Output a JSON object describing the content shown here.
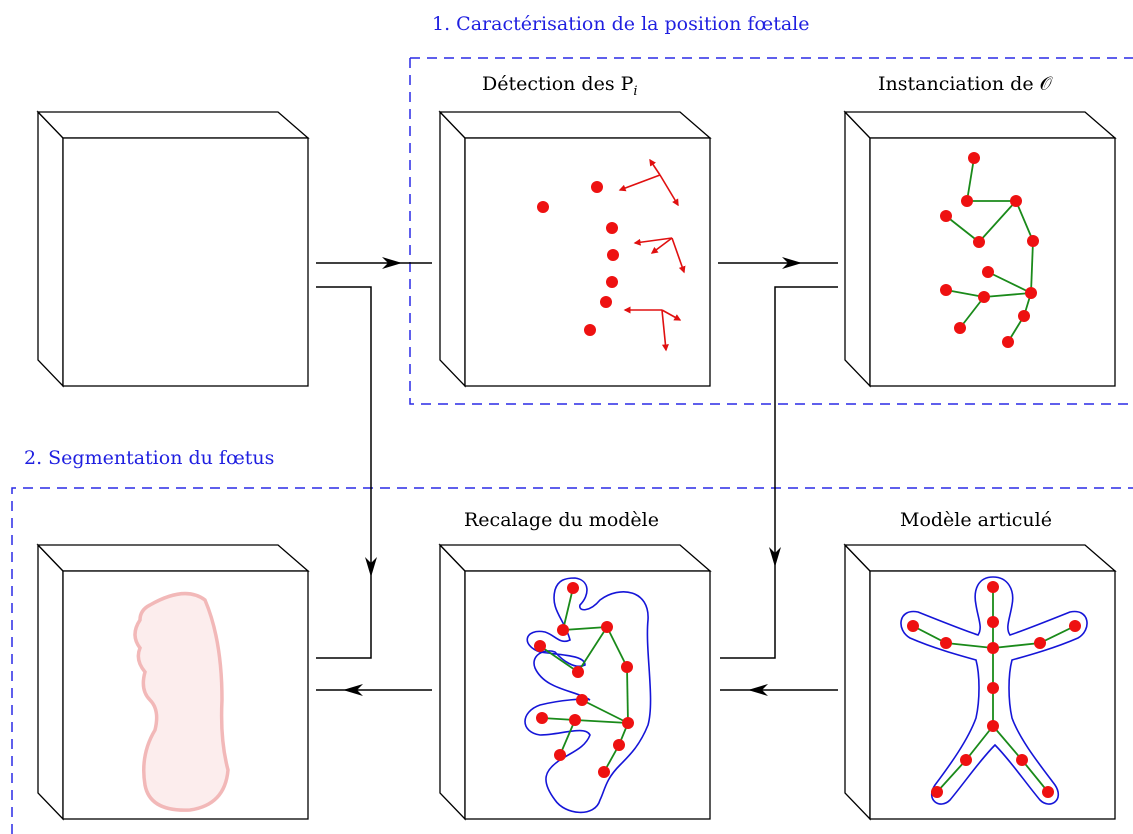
{
  "sections": {
    "top_title": "1. Caractérisation de la position fœtale",
    "bottom_title": "2. Segmentation du fœtus"
  },
  "steps": {
    "detection": "Détection des P",
    "detection_sub": "i",
    "instanciation": "Instanciation de 𝒪",
    "recalage": "Recalage du modèle",
    "modele": "Modèle articulé"
  },
  "colors": {
    "section_title": "#1f1fe0",
    "joint": "#ee1111",
    "bone": "#1a8a1a",
    "contour": "#1515d8",
    "segmentation": "#f2b8b8"
  },
  "icons": [
    "arrow-head-icon",
    "mri-volume-icon"
  ]
}
